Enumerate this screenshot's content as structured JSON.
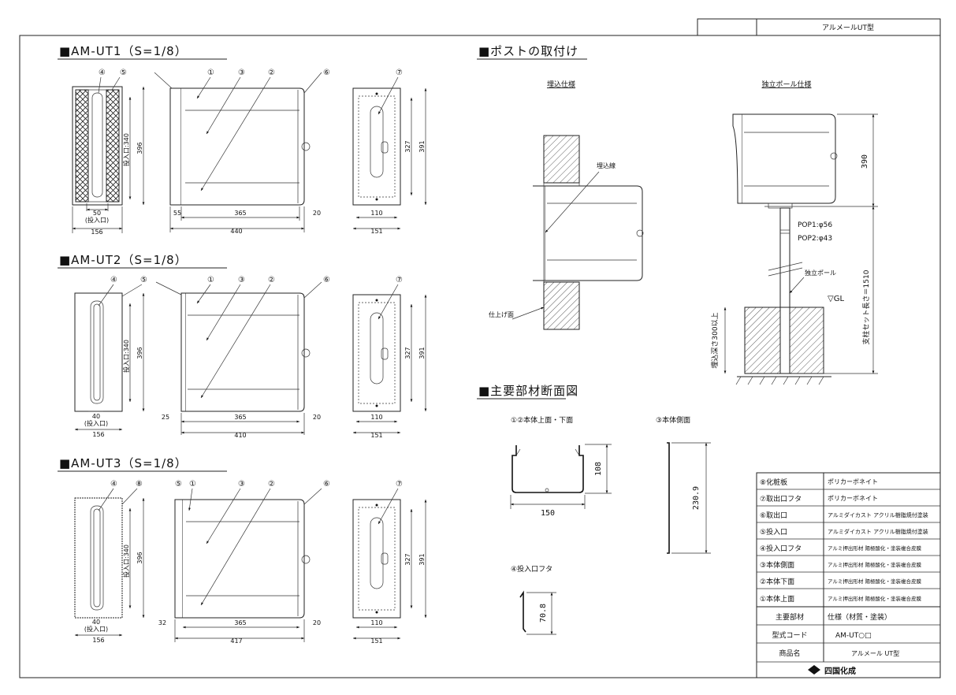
{
  "header": {
    "product_name": "アルメールUT型"
  },
  "views": [
    {
      "title": "■AM-UT1（S=1/8）",
      "callouts": [
        "④",
        "⑤",
        "①",
        "③",
        "②",
        "⑥",
        "⑦"
      ],
      "dims": {
        "slot": "投入口:340",
        "height": "396",
        "slot_w": "50",
        "slot_sub": "(投入口)",
        "width": "156",
        "front": "55",
        "body": "365",
        "rear": "20",
        "total": "440",
        "door_h": "327",
        "side_h": "391",
        "door_w": "110",
        "side_w": "151"
      }
    },
    {
      "title": "■AM-UT2（S=1/8）",
      "callouts": [
        "④",
        "⑤",
        "①",
        "③",
        "②",
        "⑥",
        "⑦"
      ],
      "dims": {
        "slot": "投入口:340",
        "height": "396",
        "slot_w": "40",
        "slot_sub": "(投入口)",
        "width": "156",
        "front": "25",
        "body": "365",
        "rear": "20",
        "total": "410",
        "door_h": "327",
        "side_h": "391",
        "door_w": "110",
        "side_w": "151"
      }
    },
    {
      "title": "■AM-UT3（S=1/8）",
      "callouts": [
        "④",
        "⑧",
        "⑤",
        "①",
        "③",
        "②",
        "⑥",
        "⑦"
      ],
      "dims": {
        "slot": "投入口:340",
        "height": "396",
        "slot_w": "40",
        "slot_sub": "(投入口)",
        "width": "156",
        "front": "32",
        "body": "365",
        "rear": "20",
        "total": "417",
        "door_h": "327",
        "side_h": "391",
        "door_w": "110",
        "side_w": "151"
      }
    }
  ],
  "install": {
    "title": "■ポストの取付け",
    "embed_label": "埋込仕様",
    "pole_label": "独立ポール仕様",
    "embed_line": "埋込線",
    "finish_face": "仕上げ面",
    "pole_height": "390",
    "pop1": "POP1:φ56",
    "pop2": "POP2:φ43",
    "pole_name": "独立ポール",
    "gl": "▽GL",
    "set_length": "支柱セット長さ＝1510",
    "embed_depth": "埋込深さ300以上"
  },
  "section": {
    "title": "■主要部材断面図",
    "s1_label": "①②本体上面・下面",
    "s1_h": "108",
    "s1_w": "150",
    "s2_label": "③本体側面",
    "s2_h": "230.9",
    "s3_label": "④投入口フタ",
    "s3_h": "70.8"
  },
  "spec_table": {
    "rows": [
      {
        "part": "⑧化粧板",
        "spec": "ポリカーボネイト"
      },
      {
        "part": "⑦取出口フタ",
        "spec": "ポリカーボネイト"
      },
      {
        "part": "⑥取出口",
        "spec": "アルミダイカスト アクリル樹脂焼付塗装"
      },
      {
        "part": "⑤投入口",
        "spec": "アルミダイカスト アクリル樹脂焼付塗装"
      },
      {
        "part": "④投入口フタ",
        "spec": "アルミ押出形材 陽極酸化・塗装複合皮膜"
      },
      {
        "part": "③本体側面",
        "spec": "アルミ押出形材 陽極酸化・塗装複合皮膜"
      },
      {
        "part": "②本体下面",
        "spec": "アルミ押出形材 陽極酸化・塗装複合皮膜"
      },
      {
        "part": "①本体上面",
        "spec": "アルミ押出形材 陽極酸化・塗装複合皮膜"
      }
    ],
    "header_part": "主要部材",
    "header_spec": "仕様（材質・塗装）",
    "model_label": "型式コード",
    "model_value": "AM-UT○□",
    "product_label": "商品名",
    "product_value": "アルメール UT型",
    "company": "四国化成"
  }
}
